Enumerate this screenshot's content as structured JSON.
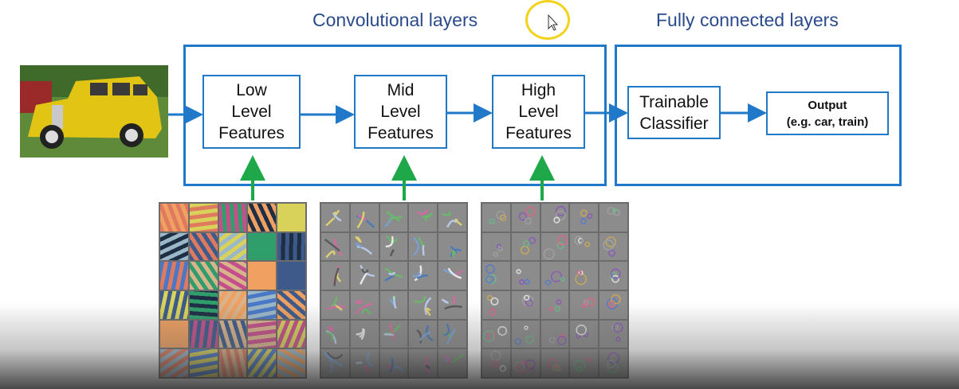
{
  "sections": {
    "conv_title": "Convolutional layers",
    "fc_title": "Fully connected layers"
  },
  "nodes": {
    "low": "Low\nLevel\nFeatures",
    "mid": "Mid\nLevel\nFeatures",
    "high": "High\nLevel\nFeatures",
    "classifier": "Trainable\nClassifier",
    "output": "Output\n(e.g. car, train)"
  },
  "colors": {
    "box_border": "#1f78c8",
    "title_text": "#2a4a8c",
    "feedback_arrow": "#1fa84a",
    "cursor_highlight": "#f2d21b"
  },
  "images": {
    "input_photo": "yellow-vintage-car-photo",
    "low_filters": "low-level-filter-visualization",
    "mid_filters": "mid-level-filter-visualization",
    "high_filters": "high-level-filter-visualization"
  }
}
